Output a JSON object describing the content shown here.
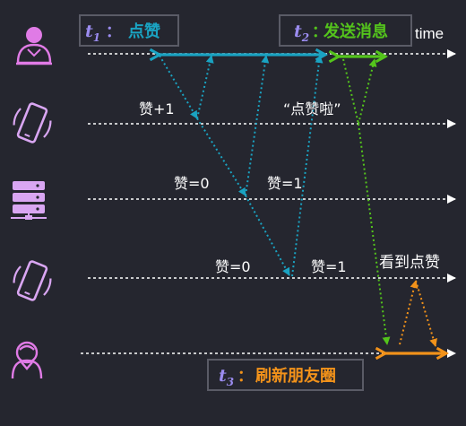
{
  "timeline": {
    "axis_label": "time"
  },
  "time_labels": {
    "t1": {
      "var": "t",
      "sub": "1",
      "sep": "：",
      "text": "点赞"
    },
    "t2": {
      "var": "t",
      "sub": "2",
      "sep": "：",
      "text": "发送消息"
    },
    "t3": {
      "var": "t",
      "sub": "3",
      "sep": "：",
      "text": "刷新朋友圈"
    }
  },
  "annotations": {
    "like_plus_one": "赞+1",
    "message_quote": "“点赞啦”",
    "server_like_zero": "赞=0",
    "server_like_one": "赞=1",
    "phone2_like_zero": "赞=0",
    "phone2_like_one": "赞=1",
    "saw_like": "看到点赞"
  },
  "colors": {
    "background": "#25262f",
    "lifeline": "#ffffff",
    "icon_purple": "#d9a6f2",
    "icon_bright": "#e07be6",
    "like_blue": "#1aa3c2",
    "message_green": "#54c41c",
    "refresh_orange": "#f2921a",
    "subscript_violet": "#9b8cf0",
    "label_border": "#5a5b66"
  },
  "icons": [
    "user-icon",
    "phone-icon",
    "server-icon",
    "phone-icon",
    "user-circle-icon"
  ]
}
